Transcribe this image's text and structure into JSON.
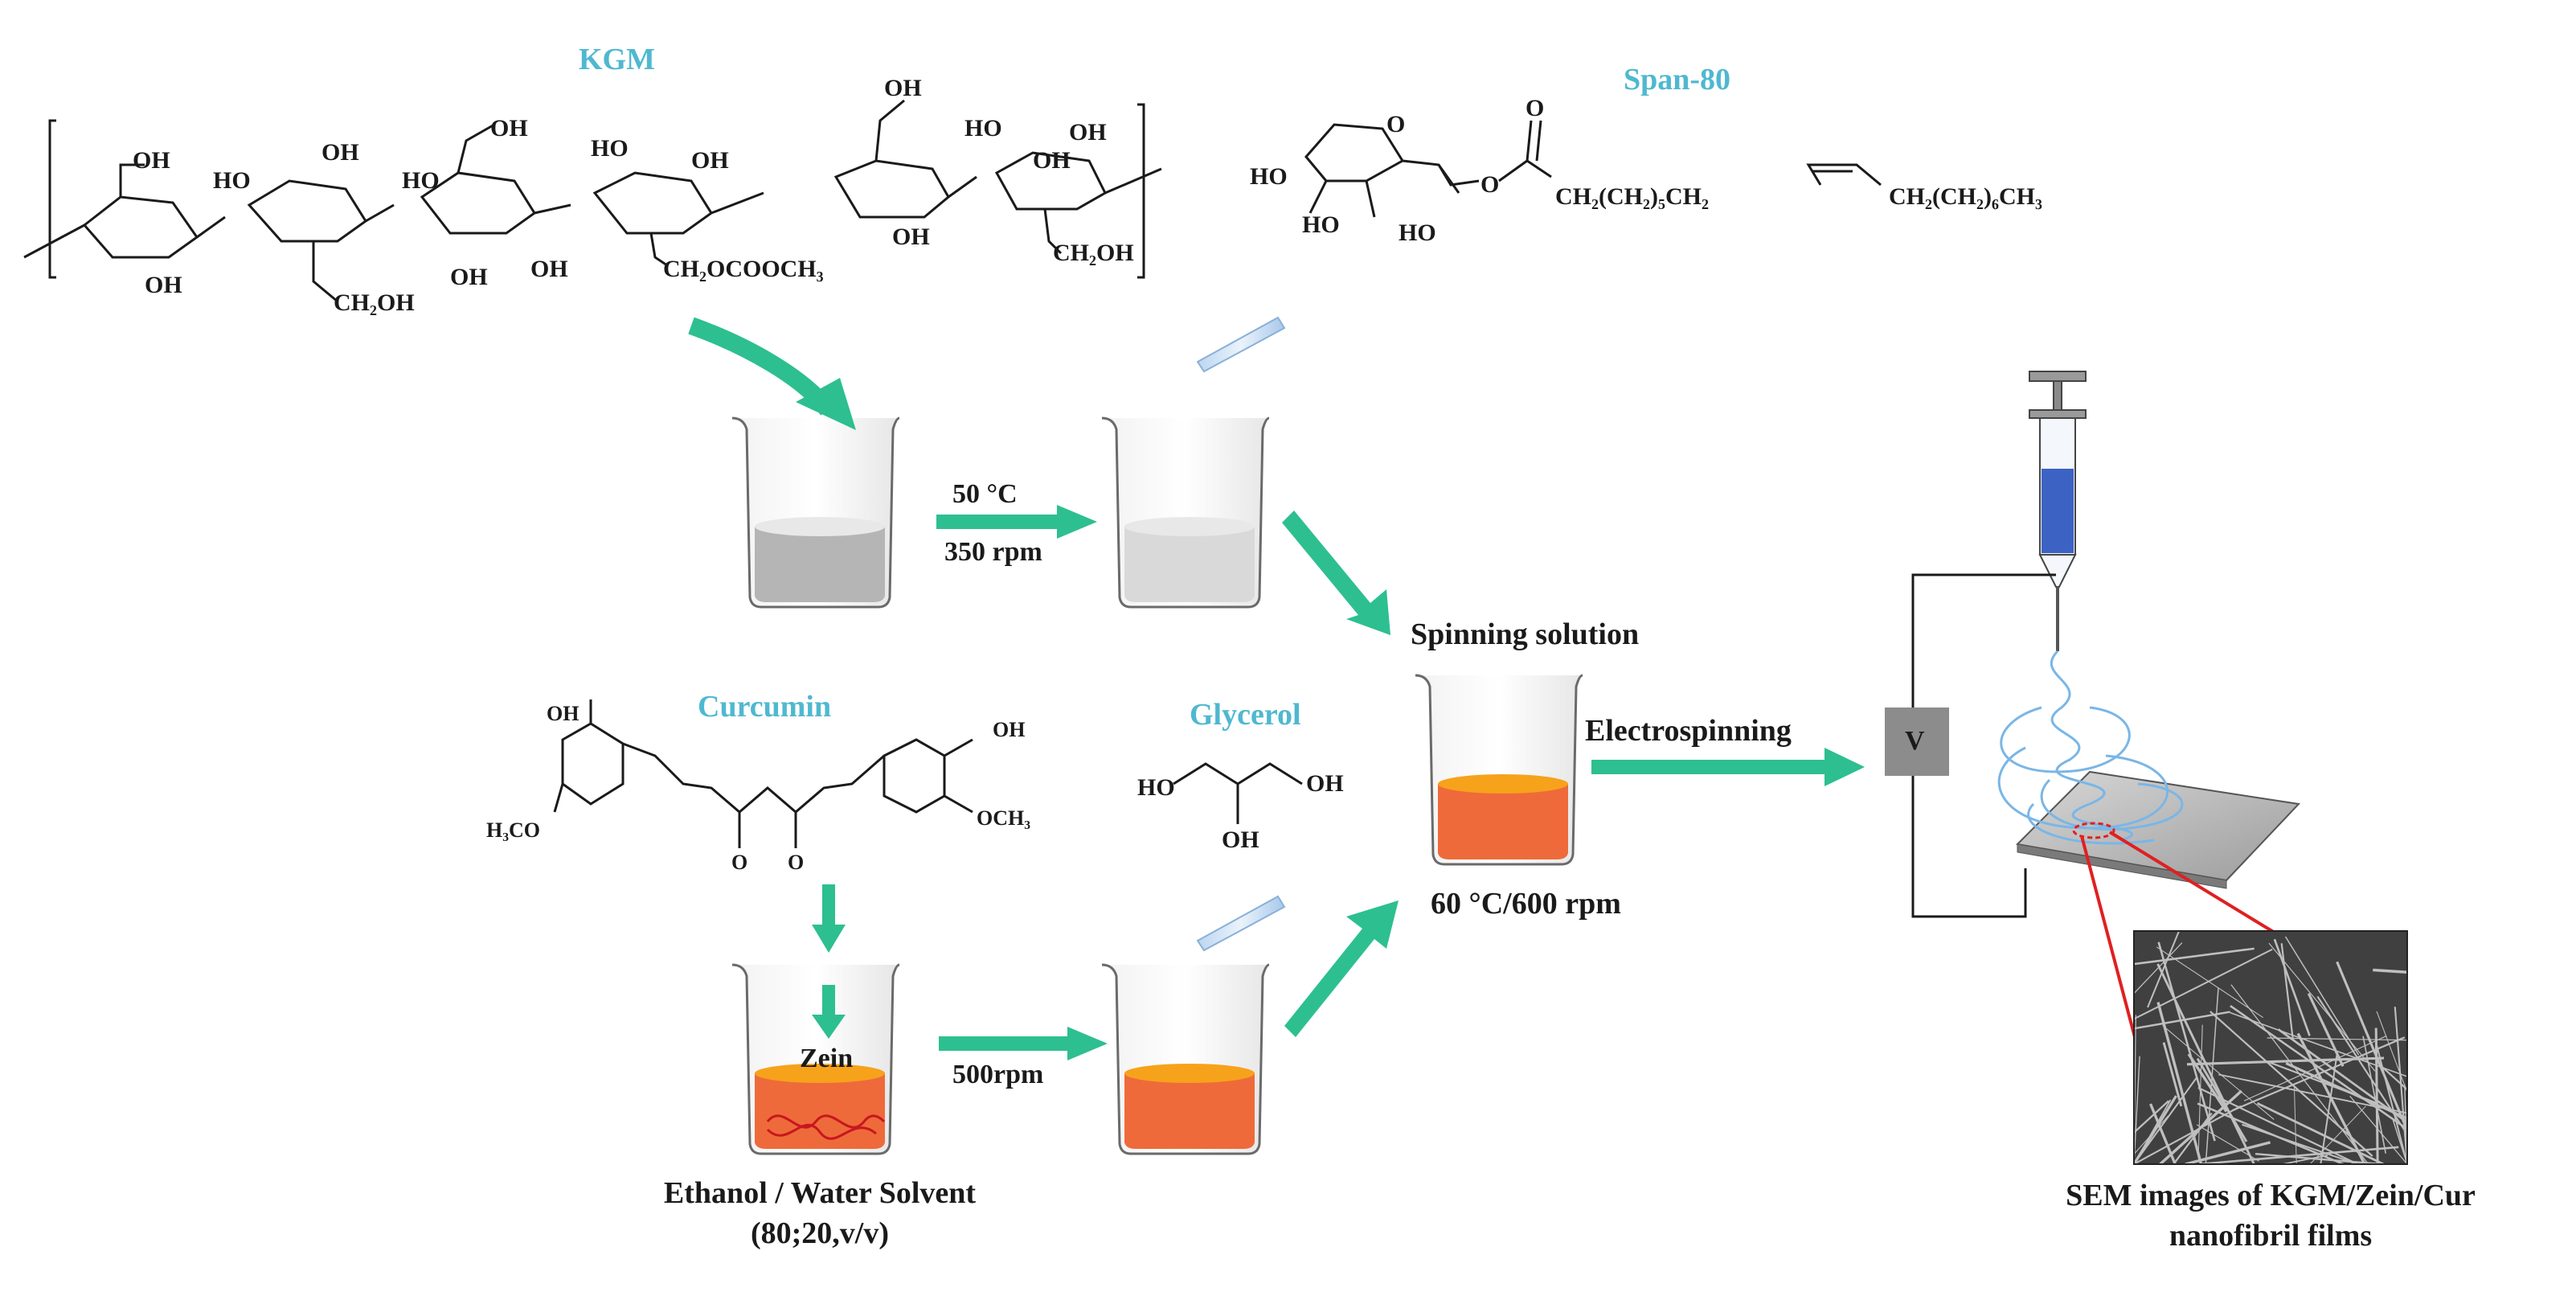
{
  "labels": {
    "kgm": "KGM",
    "span80": "Span-80",
    "curcumin": "Curcumin",
    "glycerol": "Glycerol",
    "zein": "Zein",
    "step1_temp": "50 °C",
    "step1_speed": "350 rpm",
    "step2_speed": "500rpm",
    "spinning_solution": "Spinning solution",
    "mix_condition": "60 °C/600 rpm",
    "electrospinning": "Electrospinning",
    "voltage": "V",
    "solvent_line1": "Ethanol / Water Solvent",
    "solvent_line2": "(80;20,v/v)",
    "sem_line1": "SEM images of KGM/Zein/Cur",
    "sem_line2": "nanofibril films"
  },
  "chem_text": {
    "kgm_oh_1": "OH",
    "kgm_ho_1": "HO",
    "kgm_oh_2": "OH",
    "kgm_oh_3": "OH",
    "kgm_oh_4": "OH",
    "kgm_ho_2": "HO",
    "kgm_oh_5": "OH",
    "kgm_oh_6": "OH",
    "kgm_ho_3": "HO",
    "kgm_oh_7": "OH",
    "kgm_oh_8": "OH",
    "kgm_ho_4": "HO",
    "kgm_oh_9": "OH",
    "kgm_oh_10": "OH",
    "kgm_oh_11": "OH",
    "kgm_ch2oh_1": "CH₂OH",
    "kgm_ch2oh_2": "CH₂OH",
    "kgm_acetyl": "CH₂OCOOCH₃",
    "span_ho_1": "HO",
    "span_ho_2": "HO",
    "span_ho_3": "HO",
    "span_o_ring": "O",
    "span_o_ester": "O",
    "span_o_carbonyl": "O",
    "span_chain_1": "CH₂(CH₂)₅CH₂",
    "span_chain_2": "CH₂(CH₂)₆CH₃",
    "cur_oh_left": "OH",
    "cur_oh_right": "OH",
    "cur_ome_left": "H₃CO",
    "cur_ome_right": "OCH₃",
    "cur_o_1": "O",
    "cur_o_2": "O",
    "gly_ho": "HO",
    "gly_oh_right": "OH",
    "gly_oh_mid": "OH"
  },
  "colors": {
    "arrow": "#2dbf90",
    "cyan_label": "#4fb8d0",
    "orange_liquid": "#ef6a3a",
    "orange_top": "#f7a21b",
    "gray_liquid": "#b5b5b5",
    "light_gray_liquid": "#d9d9d9",
    "syringe_fluid": "#3c63c4",
    "fiber": "#7ab6e6",
    "red_line": "#e02020"
  }
}
